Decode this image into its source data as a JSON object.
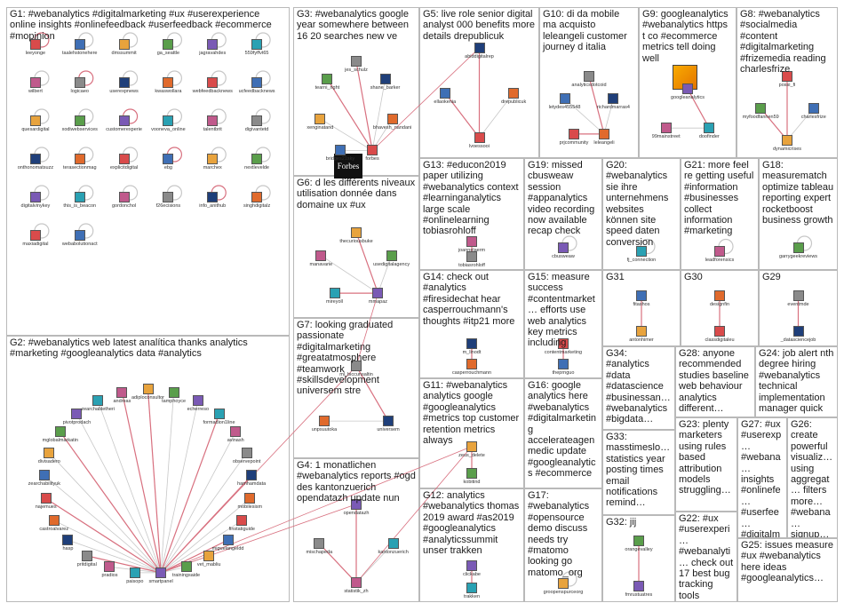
{
  "colors": {
    "edge": "#c7c7c7",
    "edge_red": "#d8707f",
    "border": "#b9b9b9"
  },
  "groups": [
    {
      "id": "G1",
      "text": "G1: #webanalytics #digitalmarketing #ux #userexperience online insights #onlinefeedback #userfeedback #ecommerce #mopinion"
    },
    {
      "id": "G2",
      "text": "G2: #webanalytics web latest analítica thanks analytics #marketing #googleanalytics data #analytics"
    },
    {
      "id": "G3",
      "text": "G3: #webanalytics google year somewhere between 16 20 searches new ve"
    },
    {
      "id": "G4",
      "text": "G4: 1 monatlichen #webanalytics reports #ogd des kantonzuerich opendatazh update nun"
    },
    {
      "id": "G5",
      "text": "G5: live role senior digital analyst 000 benefits more details drepublicuk"
    },
    {
      "id": "G6",
      "text": "G6: d les différents niveaux utilisation donnée dans domaine ux #ux"
    },
    {
      "id": "G7",
      "text": "G7: looking graduated passionate #digitalmarketing #greatatmosphere #teamwork #skillsdevelopment universem stre"
    },
    {
      "id": "G8",
      "text": "G8: #webanalytics #socialmedia #content #digitalmarketing #frizemedia reading charlesfrize"
    },
    {
      "id": "G9",
      "text": "G9: googleanalytics #webanalytics https t co #ecommerce metrics tell doing well"
    },
    {
      "id": "G10",
      "text": "G10: di da mobile ma acquisto leleangeli customer journey d italia"
    },
    {
      "id": "G11",
      "text": "G11: #webanalytics analytics google #googleanalytics #metrics top customer retention metrics always"
    },
    {
      "id": "G12",
      "text": "G12: analytics #webanalytics thomas 2019 award #as2019 #googleanalytics #analyticssummit unser trakken"
    },
    {
      "id": "G13",
      "text": "G13: #educon2019 paper utilizing #webanalytics context #learninganalytics large scale #onlinelearning tobiasrohloff"
    },
    {
      "id": "G14",
      "text": "G14: check out #analytics #firesidechat hear casperrouchmann's thoughts #itp21 more"
    },
    {
      "id": "G15",
      "text": "G15: measure success #contentmarket… efforts use web analytics key metrics including"
    },
    {
      "id": "G16",
      "text": "G16: google analytics here #webanalytics #digitalmarketing accelerateagen medic update #googleanalytics #ecommerce"
    },
    {
      "id": "G17",
      "text": "G17: #webanalytics #opensource demo discuss needs try #matomo looking go matomo_org"
    },
    {
      "id": "G18",
      "text": "G18: measurematch optimize tableau reporting expert rocketboost business growth"
    },
    {
      "id": "G19",
      "text": "G19: missed cbusweaw session #appanalytics video recording now available recap check"
    },
    {
      "id": "G20",
      "text": "G20: #webanalytics sie ihre unternehmens websites können site speed daten conversion"
    },
    {
      "id": "G21",
      "text": "G21: more feel re getting useful #information #businesses collect information #marketing"
    },
    {
      "id": "G22",
      "text": "G22: #ux #userexperi… #webanalyti… check out 17 best bug tracking tools"
    },
    {
      "id": "G23",
      "text": "G23: plenty marketers using rules based attribution models struggling…"
    },
    {
      "id": "G24",
      "text": "G24: job alert nth degree hiring #webanalytics technical implementation manager quick"
    },
    {
      "id": "G25",
      "text": "G25: issues measure #ux #webanalytics here ideas #googleanalytics…"
    },
    {
      "id": "G26",
      "text": "G26: create powerful visualiz… using aggregat… filters more… #webana… signup…"
    },
    {
      "id": "G27",
      "text": "G27: #ux #userexp… #webana… insights #onlinefe… #userfee… #digitalm… #mopinion explainer video"
    },
    {
      "id": "G28",
      "text": "G28: anyone recommended studies baseline web behaviour analytics different…"
    },
    {
      "id": "G29",
      "text": "G29"
    },
    {
      "id": "G30",
      "text": "G30"
    },
    {
      "id": "G31",
      "text": "G31"
    },
    {
      "id": "G32",
      "text": "G32: jij"
    },
    {
      "id": "G33",
      "text": "G33: masstimeslo… statistics year posting times email notifications remind…"
    },
    {
      "id": "G34",
      "text": "G34: #analytics #data #datascience #businessan… #webanalytics #bigdata…"
    }
  ],
  "nodes": {
    "G1": [
      "leeyonge",
      "taalehstonehere",
      "dmssummit",
      "ga_seattle",
      "jagravahdes",
      "559fyffvt65",
      "wilbert",
      "logicaeo",
      "userexpnews",
      "kwaswollara",
      "webfeedbacknews",
      "ucfeedbacknews",
      "quesardigital",
      "xodiwebservices",
      "customerexperie",
      "vooneva_online",
      "talentbrit",
      "digivantetd",
      "onthonomatsuzz",
      "terasectionmag",
      "explicitdigital",
      "ebg",
      "marchex",
      "nextlevelde",
      "digitalvinykey",
      "this_is_beacon",
      "gordonchol",
      "f26ecisions",
      "info_anithub",
      "singhdigitalz",
      "maxiadigital",
      "webabolutionact"
    ],
    "G2": [
      "adiploconsultor",
      "tamphoyce",
      "echerreso",
      "formadion1line",
      "avinash",
      "observepoint",
      "hamhamdata",
      "mobilesism",
      "finstatiguide",
      "miguelangeldd",
      "vet_mabliu",
      "trainingsaide",
      "smartpanel",
      "paisopo",
      "pradios",
      "pritdigital",
      "hasp",
      "castroalvarez",
      "najemues",
      "zearchabilityuk",
      "divisadero",
      "mglobalmarkatin",
      "pivotprodach",
      "zearchabletheri",
      "andreas"
    ],
    "G3": [
      "jes_schulz",
      "shane_barker",
      "bhavesh_nandani",
      "forbes",
      "bridges21sky",
      "xenginatand",
      "tearni_right"
    ],
    "G4": [
      "opendatazh",
      "kantonzuerich",
      "statistik_zh",
      "mischapeda"
    ],
    "G5": [
      "abiddigitalrep",
      "drepublicuk",
      "lvoessooi",
      "ellaokenia"
    ],
    "G6": [
      "thecuriousbuke",
      "usedigitalagency",
      "mmapaz",
      "mireyoll",
      "manavarie"
    ],
    "G7": [
      "ml_biccunsaltin",
      "universem",
      "unpsuutoka"
    ],
    "G8": [
      "possi_fi",
      "charlesfrize",
      "dynamicrises",
      "myfoodfannen59"
    ],
    "G9": [
      "googleanalytics",
      "doofinder",
      "99mainstreet"
    ],
    "G10": [
      "analyticsdotcoid",
      "richardmarras4",
      "leleangeli",
      "prjcommunity",
      "letydes455548"
    ],
    "G11": [
      "zeus_delete",
      "kobitind"
    ],
    "G12": [
      "clickabe",
      "trakken"
    ],
    "G13": [
      "joannelaerm",
      "tobiasrohloff"
    ],
    "G14": [
      "m_linodt",
      "casperrouchmann"
    ],
    "G15": [
      "contentmarketing",
      "theprnguo"
    ],
    "G16": [],
    "G17": [
      "groopenspurceorg"
    ],
    "G18": [
      "garrygeekreviews"
    ],
    "G19": [
      "cbusweaw"
    ],
    "G20": [
      "fj_connection"
    ],
    "G21": [
      "leadforensics"
    ],
    "G29": [
      "eventmde",
      "_datasciencejob"
    ],
    "G30": [
      "designfin",
      "classdigitaleu"
    ],
    "G31": [
      "fitashos",
      "antonhimer"
    ],
    "G32": [
      "orangevalley",
      "fmrustuatres"
    ]
  }
}
